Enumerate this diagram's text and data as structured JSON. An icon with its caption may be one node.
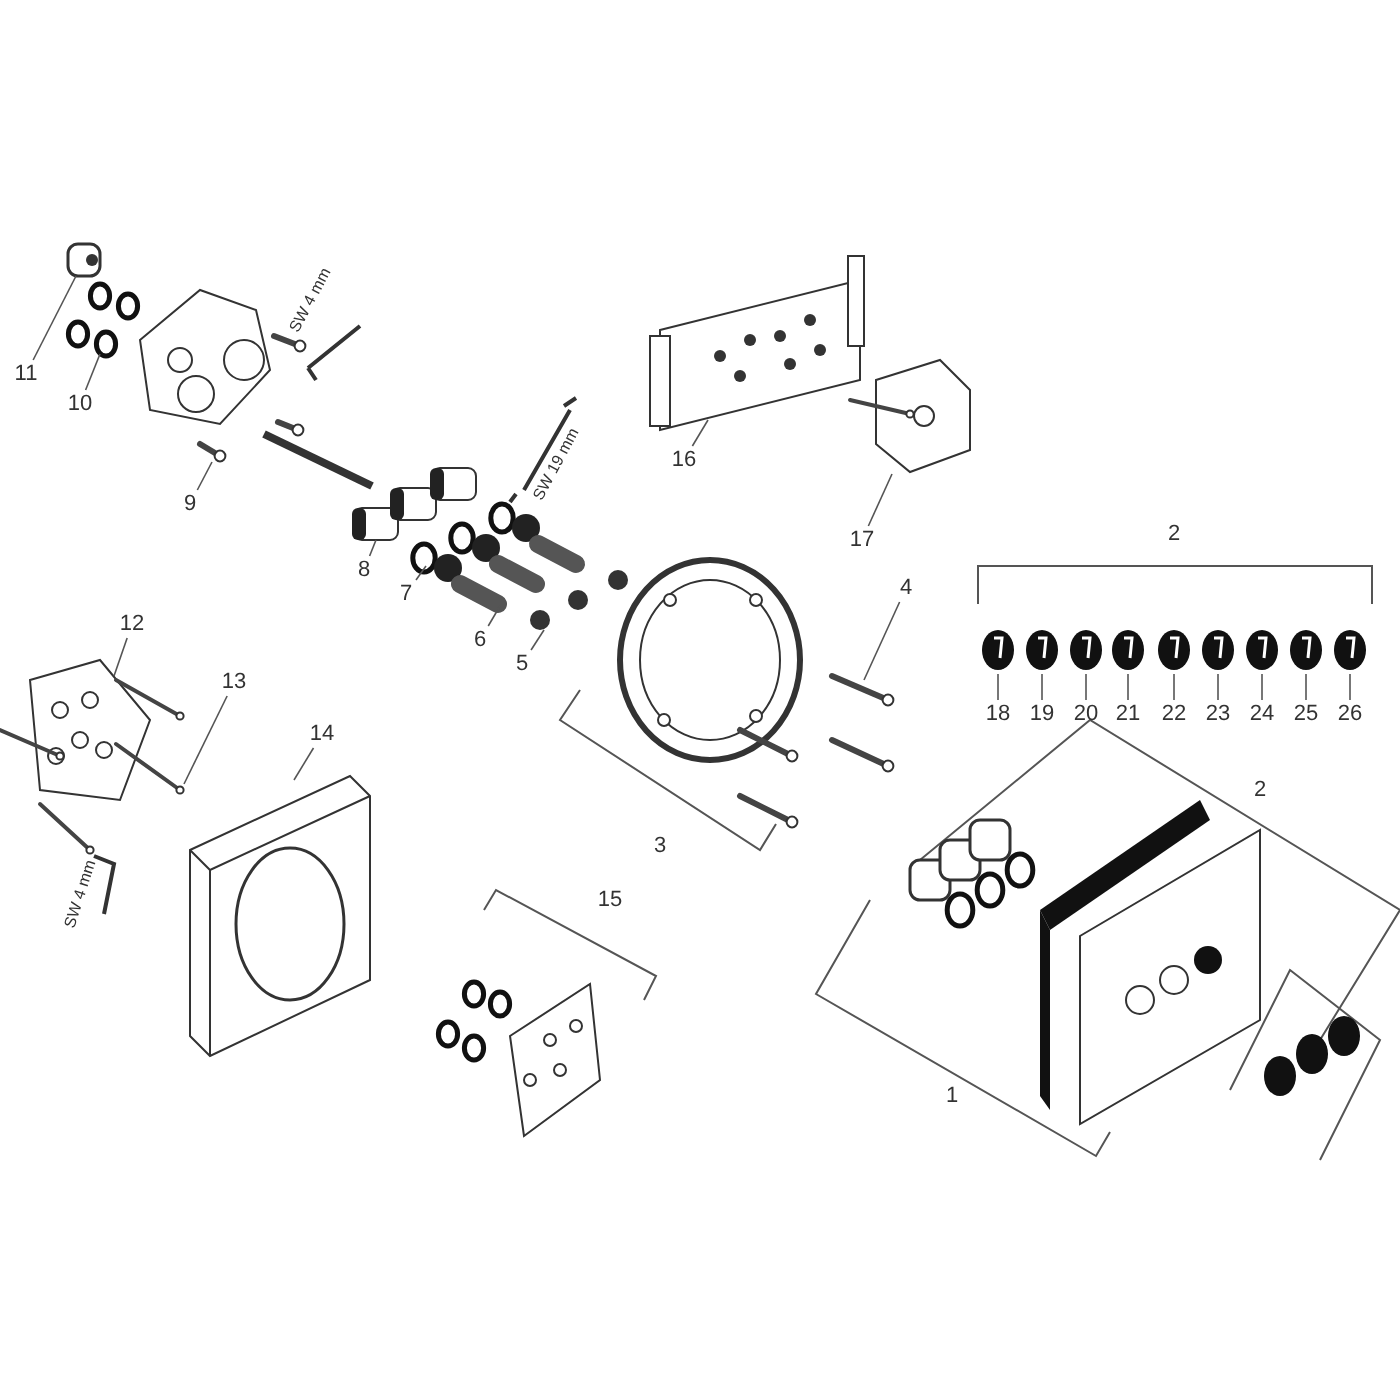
{
  "diagram": {
    "nodes": [
      {
        "text": [
          "11"
        ]
      },
      {
        "text": [
          "10"
        ]
      },
      {
        "text": [
          "9"
        ]
      },
      {
        "text": [
          "8"
        ]
      },
      {
        "text": [
          "7"
        ]
      },
      {
        "text": [
          "6"
        ]
      },
      {
        "text": [
          "5"
        ]
      },
      {
        "text": [
          "16"
        ]
      },
      {
        "text": [
          "17"
        ]
      },
      {
        "text": [
          "4"
        ]
      },
      {
        "text": [
          "12"
        ]
      },
      {
        "text": [
          "13"
        ]
      },
      {
        "text": [
          "14"
        ]
      },
      {
        "text": [
          "18"
        ]
      },
      {
        "text": [
          "19"
        ]
      },
      {
        "text": [
          "20"
        ]
      },
      {
        "text": [
          "21"
        ]
      },
      {
        "text": [
          "22"
        ]
      },
      {
        "text": [
          "23"
        ]
      },
      {
        "text": [
          "24"
        ]
      },
      {
        "text": [
          "25"
        ]
      },
      {
        "text": [
          "26"
        ]
      }
    ],
    "edges": [
      {
        "from": 0,
        "to": null,
        "arrow": "none"
      },
      {
        "from": 1,
        "to": null,
        "arrow": "none"
      },
      {
        "from": 2,
        "to": null,
        "arrow": "none"
      },
      {
        "from": 3,
        "to": null,
        "arrow": "none"
      },
      {
        "from": 4,
        "to": null,
        "arrow": "none"
      },
      {
        "from": 5,
        "to": null,
        "arrow": "none"
      },
      {
        "from": 6,
        "to": null,
        "arrow": "none"
      },
      {
        "from": 7,
        "to": null,
        "arrow": "none"
      },
      {
        "from": 8,
        "to": null,
        "arrow": "none"
      },
      {
        "from": 9,
        "to": null,
        "arrow": "none"
      },
      {
        "from": 10,
        "to": null,
        "arrow": "none"
      },
      {
        "from": 11,
        "to": null,
        "arrow": "none"
      },
      {
        "from": 12,
        "to": null,
        "arrow": "none"
      },
      {
        "from": 13,
        "to": null,
        "arrow": "none"
      },
      {
        "from": 14,
        "to": null,
        "arrow": "none"
      },
      {
        "from": 15,
        "to": null,
        "arrow": "none"
      },
      {
        "from": 16,
        "to": null,
        "arrow": "none"
      },
      {
        "from": 17,
        "to": null,
        "arrow": "none"
      },
      {
        "from": 18,
        "to": null,
        "arrow": "none"
      },
      {
        "from": 19,
        "to": null,
        "arrow": "none"
      },
      {
        "from": 20,
        "to": null,
        "arrow": "none"
      },
      {
        "from": 21,
        "to": null,
        "arrow": "none"
      }
    ],
    "labels": [
      "SW 4 mm",
      "SW 19 mm",
      "2",
      "2",
      "3",
      "SW 4 mm",
      "15",
      "1"
    ]
  }
}
